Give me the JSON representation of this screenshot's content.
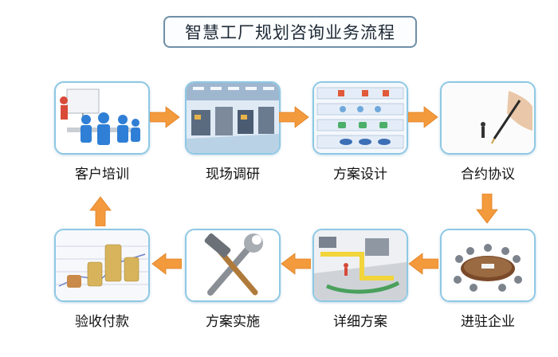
{
  "title": "智慧工厂规划咨询业务流程",
  "steps": [
    {
      "label": "客户培训",
      "icon": "training-meeting-icon"
    },
    {
      "label": "现场调研",
      "icon": "factory-floor-icon"
    },
    {
      "label": "方案设计",
      "icon": "design-flowchart-icon"
    },
    {
      "label": "合约协议",
      "icon": "signing-pen-icon"
    },
    {
      "label": "进驻企业",
      "icon": "conference-table-icon"
    },
    {
      "label": "详细方案",
      "icon": "production-line-icon"
    },
    {
      "label": "方案实施",
      "icon": "hammer-wrench-icon"
    },
    {
      "label": "验收付款",
      "icon": "coin-stacks-chart-icon"
    }
  ],
  "colors": {
    "arrow": "#f39a3d",
    "card_border": "#8ec8e4",
    "title_border": "#6f8fa6"
  }
}
